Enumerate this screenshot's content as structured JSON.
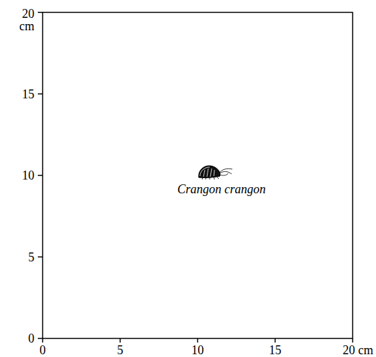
{
  "diagram": {
    "labels": [
      "20",
      "cm",
      "15",
      "10",
      "5",
      "0",
      "0",
      "5",
      "10",
      "15",
      "20 cm",
      "Crangon crangon"
    ]
  }
}
